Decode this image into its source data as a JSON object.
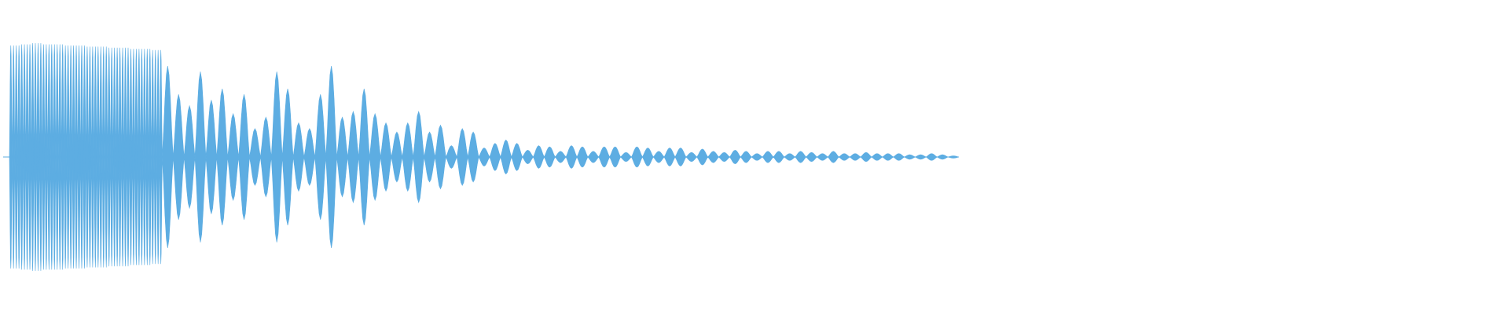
{
  "waveform": {
    "icon": "audio-waveform",
    "colors": {
      "fill": "#5dade2",
      "background": "#ffffff"
    },
    "envelope": [
      0.98,
      0.99,
      1.0,
      0.99,
      0.99,
      0.98,
      0.98,
      0.97,
      0.97,
      0.96,
      0.96,
      0.95,
      0.95,
      0.94,
      0.8,
      0.55,
      0.45,
      0.75,
      0.5,
      0.6,
      0.38,
      0.55,
      0.25,
      0.35,
      0.75,
      0.6,
      0.3,
      0.25,
      0.55,
      0.8,
      0.35,
      0.4,
      0.6,
      0.38,
      0.3,
      0.22,
      0.3,
      0.4,
      0.22,
      0.28,
      0.1,
      0.25,
      0.22,
      0.08,
      0.12,
      0.15,
      0.12,
      0.06,
      0.1,
      0.09,
      0.05,
      0.1,
      0.09,
      0.05,
      0.09,
      0.09,
      0.04,
      0.09,
      0.08,
      0.05,
      0.08,
      0.08,
      0.04,
      0.07,
      0.05,
      0.04,
      0.06,
      0.05,
      0.03,
      0.05,
      0.05,
      0.03,
      0.05,
      0.04,
      0.03,
      0.05,
      0.03,
      0.03,
      0.04,
      0.03,
      0.03,
      0.03,
      0.02,
      0.02,
      0.03,
      0.02,
      0.01
    ]
  }
}
